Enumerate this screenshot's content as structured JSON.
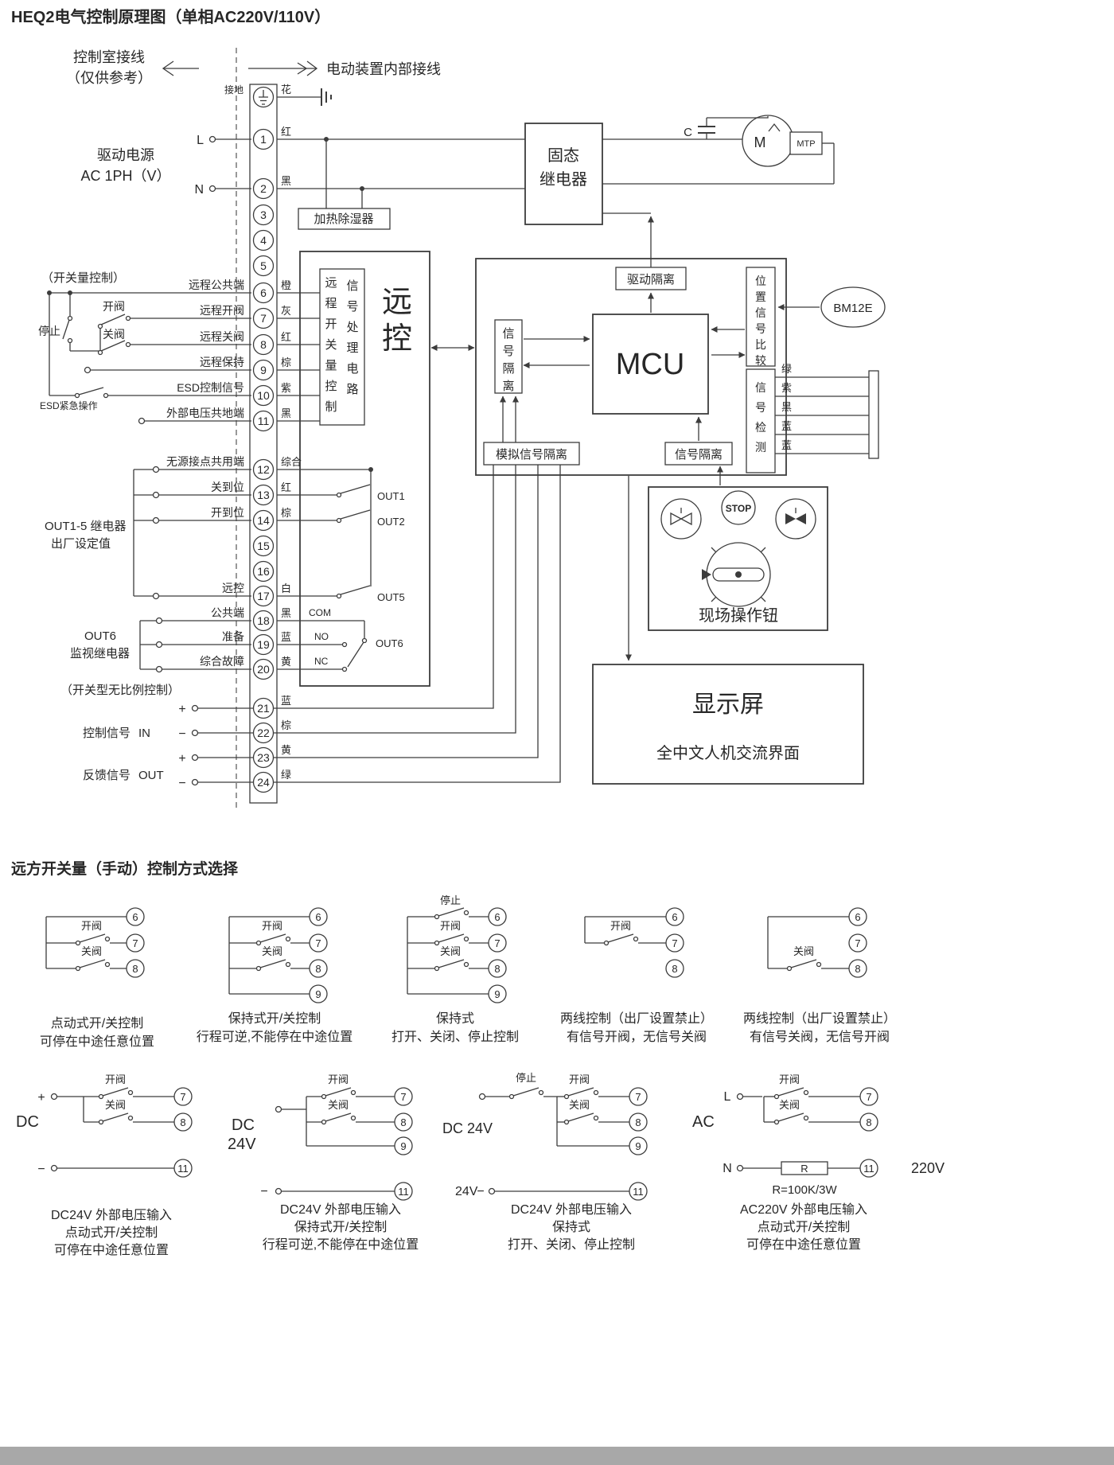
{
  "title": "HEQ2电气控制原理图（单相AC220V/110V）",
  "header": {
    "control_room_line1": "控制室接线",
    "control_room_line2": "（仅供参考）",
    "device_internal": "电动装置内部接线"
  },
  "power": {
    "label1": "驱动电源",
    "label2": "AC 1PH（V）",
    "l": "L",
    "n": "N"
  },
  "ground": {
    "label": "接地",
    "wire": "花"
  },
  "terminals": [
    {
      "n": "1",
      "label": "",
      "wire": "红"
    },
    {
      "n": "2",
      "label": "",
      "wire": "黑"
    },
    {
      "n": "3"
    },
    {
      "n": "4"
    },
    {
      "n": "5"
    },
    {
      "n": "6",
      "label": "远程公共端",
      "wire": "橙"
    },
    {
      "n": "7",
      "label": "远程开阀",
      "wire": "灰"
    },
    {
      "n": "8",
      "label": "远程关阀",
      "wire": "红"
    },
    {
      "n": "9",
      "label": "远程保持",
      "wire": "棕"
    },
    {
      "n": "10",
      "label": "ESD控制信号",
      "wire": "紫"
    },
    {
      "n": "11",
      "label": "外部电压共地端",
      "wire": "黑"
    },
    {
      "n": "12",
      "label": "无源接点共用端",
      "wire": "综合"
    },
    {
      "n": "13",
      "label": "关到位",
      "wire": "红"
    },
    {
      "n": "14",
      "label": "开到位",
      "wire": "棕"
    },
    {
      "n": "15"
    },
    {
      "n": "16"
    },
    {
      "n": "17",
      "label": "远控",
      "wire": "白"
    },
    {
      "n": "18",
      "label": "公共端",
      "wire": "黑"
    },
    {
      "n": "19",
      "label": "准备",
      "wire": "蓝"
    },
    {
      "n": "20",
      "label": "综合故障",
      "wire": "黄"
    },
    {
      "n": "21",
      "wire": "蓝"
    },
    {
      "n": "22",
      "wire": "棕"
    },
    {
      "n": "23",
      "wire": "黄"
    },
    {
      "n": "24",
      "wire": "绿"
    }
  ],
  "left_circuit": {
    "switch_control": "（开关量控制）",
    "open_valve": "开阀",
    "close_valve": "关阀",
    "stop": "停止",
    "esd": "ESD紧急操作",
    "out15_line1": "OUT1-5 继电器",
    "out15_line2": "出厂设定值",
    "out6_line1": "OUT6",
    "out6_line2": "监视继电器",
    "no_proportional": "（开关型无比例控制）",
    "control_signal": "控制信号",
    "in": "IN",
    "feedback_signal": "反馈信号",
    "out": "OUT",
    "plus": "+",
    "minus": "−"
  },
  "outs": {
    "out1": "OUT1",
    "out2": "OUT2",
    "out5": "OUT5",
    "out6": "OUT6",
    "com": "COM",
    "no": "NO",
    "nc": "NC"
  },
  "blocks": {
    "heater": "加热除湿器",
    "remote_col_left": "远程开关量控制",
    "remote_col_right": "信号处理电路",
    "remote_big": "远控",
    "ssr_line1": "固态",
    "ssr_line2": "继电器",
    "cap": "C",
    "motor": "M",
    "mtp": "MTP",
    "drive_iso": "驱动隔离",
    "sig_iso_left": "信号隔离",
    "mcu": "MCU",
    "pos_compare": "位置信号比较",
    "bm12e": "BM12E",
    "sig_detect": "信号检测",
    "detect_wires": [
      "绿",
      "紫",
      "黑",
      "蓝",
      "蓝"
    ],
    "analog_iso": "模拟信号隔离",
    "sig_iso_bottom": "信号隔离",
    "stop_btn": "STOP",
    "field_panel": "现场操作钮",
    "display_title": "显示屏",
    "display_sub": "全中文人机交流界面"
  },
  "bottom": {
    "title": "远方开关量（手动）控制方式选择",
    "row1": [
      {
        "t6": "6",
        "t7": "7",
        "t8": "8",
        "open": "开阀",
        "close": "关阀",
        "cap1": "点动式开/关控制",
        "cap2": "可停在中途任意位置"
      },
      {
        "t6": "6",
        "t7": "7",
        "t8": "8",
        "t9": "9",
        "open": "开阀",
        "close": "关阀",
        "cap1": "保持式开/关控制",
        "cap2": "行程可逆,不能停在中途位置"
      },
      {
        "t6": "6",
        "t7": "7",
        "t8": "8",
        "t9": "9",
        "stop": "停止",
        "open": "开阀",
        "close": "关阀",
        "cap1": "保持式",
        "cap2": "打开、关闭、停止控制"
      },
      {
        "t6": "6",
        "t7": "7",
        "t8": "8",
        "open": "开阀",
        "cap1": "两线控制（出厂设置禁止）",
        "cap2": "有信号开阀，无信号关阀"
      },
      {
        "t6": "6",
        "t7": "7",
        "t8": "8",
        "close": "关阀",
        "cap1": "两线控制（出厂设置禁止）",
        "cap2": "有信号关阀，无信号开阀"
      }
    ],
    "row2": [
      {
        "src": "DC",
        "plus": "+",
        "minus": "−",
        "t7": "7",
        "t8": "8",
        "t11": "11",
        "open": "开阀",
        "close": "关阀",
        "cap1": "DC24V 外部电压输入",
        "cap2": "点动式开/关控制",
        "cap3": "可停在中途任意位置"
      },
      {
        "src1": "DC",
        "src2": "24V",
        "minus": "−",
        "t7": "7",
        "t8": "8",
        "t9": "9",
        "t11": "11",
        "open": "开阀",
        "close": "关阀",
        "cap1": "DC24V 外部电压输入",
        "cap2": "保持式开/关控制",
        "cap3": "行程可逆,不能停在中途位置"
      },
      {
        "src": "DC 24V",
        "v24": "24V",
        "minus": "−",
        "stop": "停止",
        "t7": "7",
        "t8": "8",
        "t9": "9",
        "t11": "11",
        "open": "开阀",
        "close": "关阀",
        "cap1": "DC24V 外部电压输入",
        "cap2": "保持式",
        "cap3": "打开、关闭、停止控制"
      },
      {
        "src": "AC",
        "l": "L",
        "n": "N",
        "r": "R",
        "r_value": "R=100K/3W",
        "voltage": "220V",
        "t7": "7",
        "t8": "8",
        "t11": "11",
        "open": "开阀",
        "close": "关阀",
        "cap1": "AC220V 外部电压输入",
        "cap2": "点动式开/关控制",
        "cap3": "可停在中途任意位置"
      }
    ]
  }
}
